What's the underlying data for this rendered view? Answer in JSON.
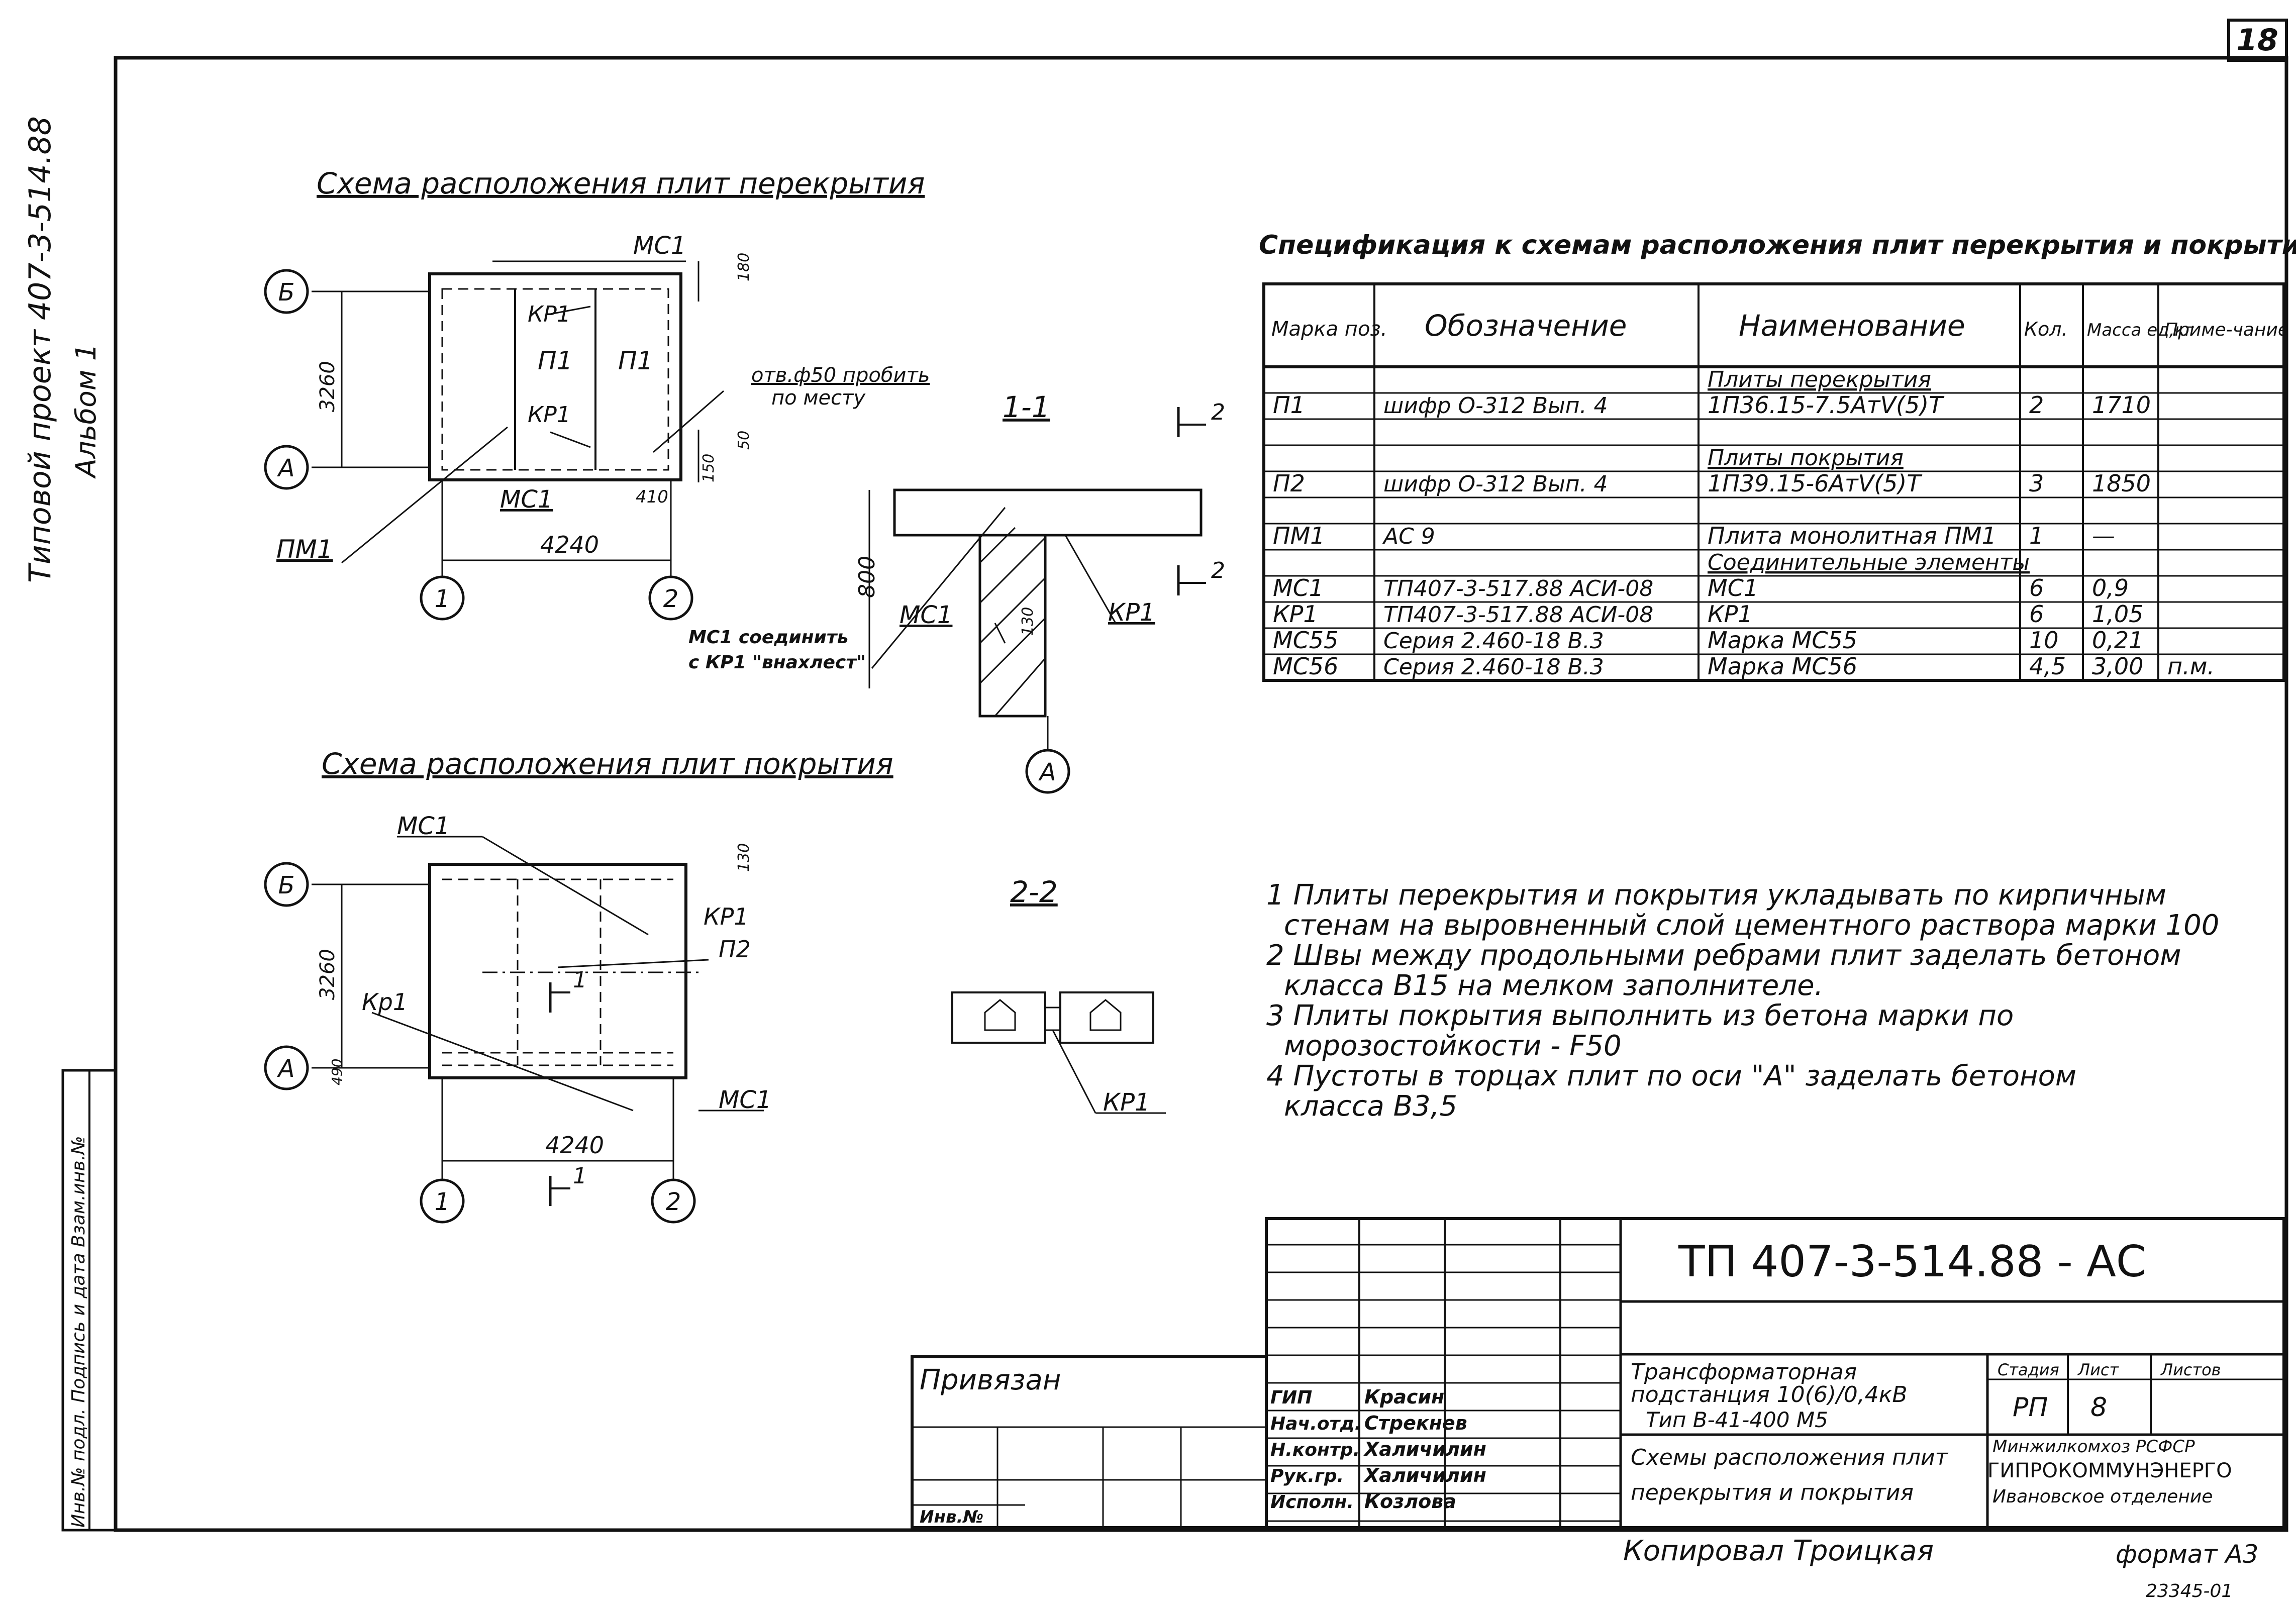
{
  "page_number": "18",
  "side_stamp": {
    "project": "Типовой проект 407-3-514.88",
    "album": "Альбом 1",
    "inv_block": "Инв.№ подл. Подпись и дата Взам.инв.№"
  },
  "plan1": {
    "title": "Схема расположения плит перекрытия",
    "labels": {
      "mc1_top": "МС1",
      "kp1_a": "КР1",
      "p1_a": "П1",
      "p1_b": "П1",
      "kp1_b": "КР1",
      "mc1_bottom": "МС1",
      "pm1": "ПМ1",
      "opening_note": "отв.ф50 пробить",
      "opening_note2": "по месту",
      "axis_b": "Б",
      "axis_a": "А",
      "axis_1": "1",
      "axis_2": "2",
      "dim_height": "3260",
      "dim_width": "4240",
      "dim_180": "180",
      "dim_50": "50",
      "dim_150": "150",
      "dim_410": "410"
    }
  },
  "section11": {
    "title": "1-1",
    "mark2": "2",
    "labels": {
      "dim_800": "800",
      "mc1": "МС1",
      "dim_130": "130",
      "kp1": "КР1",
      "note1": "МС1 соединить",
      "note2": "с КР1 \"внахлест\"",
      "axis_a": "А"
    }
  },
  "plan2": {
    "title": "Схема расположения плит покрытия",
    "labels": {
      "mc1_top": "МС1",
      "kp1_right": "КР1",
      "p2": "П2",
      "kp1_left": "Кр1",
      "mc1_bottom": "МС1",
      "axis_b": "Б",
      "axis_a": "А",
      "axis_1": "1",
      "axis_2": "2",
      "dim_height": "3260",
      "dim_width": "4240",
      "dim_130": "130",
      "dim_490": "490",
      "cut": "1"
    }
  },
  "section22": {
    "title": "2-2",
    "kp1": "КР1"
  },
  "spec": {
    "title": "Спецификация к схемам расположения плит перекрытия и покрытия",
    "headers": {
      "mark": "Марка поз.",
      "designation": "Обозначение",
      "name": "Наименование",
      "qty": "Кол.",
      "mass": "Масса ед,кг",
      "note": "Приме-чание"
    },
    "rows": [
      {
        "mark": "",
        "designation": "",
        "name": "Плиты перекрытия",
        "qty": "",
        "mass": "",
        "note": ""
      },
      {
        "mark": "П1",
        "designation": "шифр О-312 Вып. 4",
        "name": "1П36.15-7.5АтV(5)Т",
        "qty": "2",
        "mass": "1710",
        "note": ""
      },
      {
        "mark": "",
        "designation": "",
        "name": "",
        "qty": "",
        "mass": "",
        "note": ""
      },
      {
        "mark": "",
        "designation": "",
        "name": "Плиты покрытия",
        "qty": "",
        "mass": "",
        "note": ""
      },
      {
        "mark": "П2",
        "designation": "шифр О-312 Вып. 4",
        "name": "1П39.15-6АтV(5)Т",
        "qty": "3",
        "mass": "1850",
        "note": ""
      },
      {
        "mark": "",
        "designation": "",
        "name": "",
        "qty": "",
        "mass": "",
        "note": ""
      },
      {
        "mark": "ПМ1",
        "designation": "АС 9",
        "name": "Плита монолитная ПМ1",
        "qty": "1",
        "mass": "—",
        "note": ""
      },
      {
        "mark": "",
        "designation": "",
        "name": "Соединительные элементы",
        "qty": "",
        "mass": "",
        "note": ""
      },
      {
        "mark": "МС1",
        "designation": "ТП407-3-517.88 АСИ-08",
        "name": "МС1",
        "qty": "6",
        "mass": "0,9",
        "note": ""
      },
      {
        "mark": "КР1",
        "designation": "ТП407-3-517.88 АСИ-08",
        "name": "КР1",
        "qty": "6",
        "mass": "1,05",
        "note": ""
      },
      {
        "mark": "МС55",
        "designation": "Серия 2.460-18 В.3",
        "name": "Марка МС55",
        "qty": "10",
        "mass": "0,21",
        "note": ""
      },
      {
        "mark": "МС56",
        "designation": "Серия 2.460-18 В.3",
        "name": "Марка МС56",
        "qty": "4,5",
        "mass": "3,00",
        "note": "п.м."
      }
    ]
  },
  "notes": [
    "1 Плиты перекрытия и покрытия укладывать по кирпичным",
    "стенам на выровненный слой цементного раствора марки 100",
    "2 Швы между продольными ребрами плит заделать бетоном",
    "класса В15 на мелком заполнителе.",
    "3 Плиты покрытия выполнить из бетона марки по",
    "морозостойкости - F50",
    "4 Пустоты в торцах плит по оси \"А\" заделать бетоном",
    "класса В3,5"
  ],
  "title_block": {
    "code": "ТП 407-3-514.88 - АС",
    "project_name1": "Трансформаторная",
    "project_name2": "подстанция 10(6)/0,4кВ",
    "project_name3": "Тип В-41-400 М5",
    "sheet_name1": "Схемы расположения плит",
    "sheet_name2": "перекрытия и покрытия",
    "stage_h": "Стадия",
    "sheet_h": "Лист",
    "sheets_h": "Листов",
    "stage": "РП",
    "sheet": "8",
    "org1": "Минжилкомхоз РСФСР",
    "org2": "ГИПРОКОММУНЭНЕРГО",
    "org3": "Ивановское отделение",
    "privyazan": "Привязан",
    "inv_no": "Инв.№",
    "staff": [
      {
        "role": "ГИП",
        "name": "Красин"
      },
      {
        "role": "Нач.отд.",
        "name": "Стрекнев"
      },
      {
        "role": "Н.контр.",
        "name": "Халичилин"
      },
      {
        "role": "Рук.гр.",
        "name": "Халичилин"
      },
      {
        "role": "Исполн.",
        "name": "Козлова"
      }
    ]
  },
  "footer": {
    "copied": "Копировал Троицкая",
    "format": "формат А3",
    "archive": "23345-01"
  }
}
